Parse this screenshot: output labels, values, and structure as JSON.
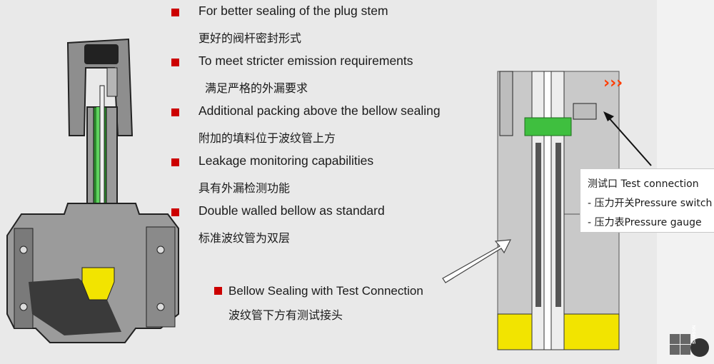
{
  "bullets": [
    {
      "en": "For better sealing of the plug stem",
      "zh": "更好的阀杆密封形式"
    },
    {
      "en": "To meet stricter emission requirements",
      "zh": "满足严格的外漏要求"
    },
    {
      "en": "Additional packing above the bellow sealing",
      "zh": "附加的填料位于波纹管上方"
    },
    {
      "en": "Leakage monitoring capabilities",
      "zh": "具有外漏检测功能"
    },
    {
      "en": "Double walled bellow as standard",
      "zh": "标准波纹管为双层"
    }
  ],
  "bottom_bullet": {
    "en": "Bellow Sealing with Test Connection",
    "zh": "波纹管下方有测试接头"
  },
  "callout": {
    "title": "测试口 Test connection",
    "line1": "- 压力开关Pressure switch",
    "line2": "- 压力表Pressure gauge"
  },
  "arrows": {
    "chevrons": "›››"
  },
  "logo": {
    "text": "SAMSON"
  },
  "colors": {
    "bullet": "#cc0000",
    "background": "#e9e9e9",
    "packing_green": "#3fbf3f",
    "plug_yellow": "#f2e400",
    "chevron": "#ff3b00"
  }
}
